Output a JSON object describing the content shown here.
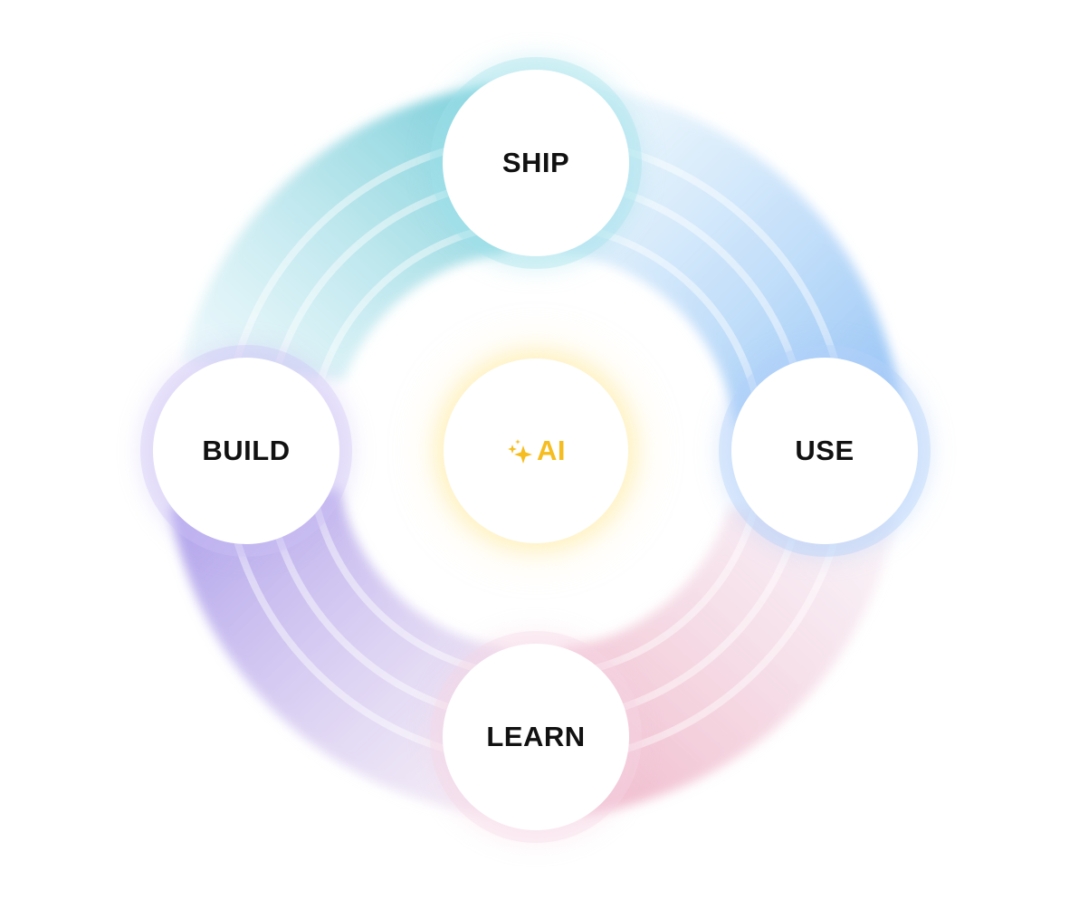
{
  "diagram": {
    "center": {
      "label": "AI",
      "icon": "sparkle-icon",
      "color": "#F5BD1F"
    },
    "nodes": [
      {
        "id": "ship",
        "label": "SHIP",
        "position": "top",
        "arc_color": "#7FD1DB"
      },
      {
        "id": "use",
        "label": "USE",
        "position": "right",
        "arc_color": "#9CC8F5"
      },
      {
        "id": "learn",
        "label": "LEARN",
        "position": "bottom",
        "arc_color": "#F0B8CB"
      },
      {
        "id": "build",
        "label": "BUILD",
        "position": "left",
        "arc_color": "#A99CEB"
      }
    ],
    "flow": [
      "BUILD",
      "SHIP",
      "USE",
      "LEARN"
    ],
    "text_color": "#111111"
  }
}
